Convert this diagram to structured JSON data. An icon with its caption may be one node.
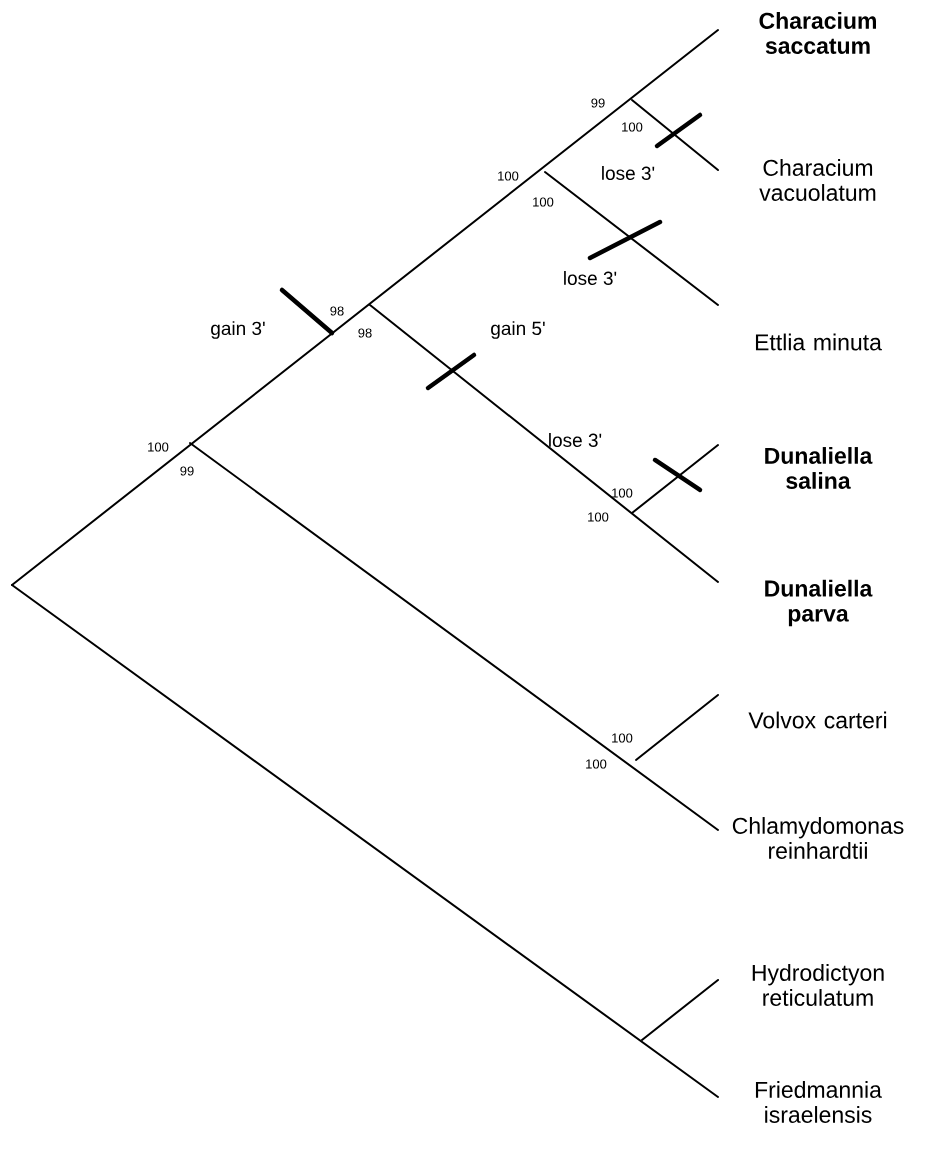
{
  "diagram": {
    "nodes": [
      {
        "text": [
          "Characium saccatum"
        ]
      },
      {
        "text": [
          "Characium vacuolatum"
        ]
      },
      {
        "text": [
          "Ettlia minuta"
        ]
      },
      {
        "text": [
          "Dunaliella salina"
        ]
      },
      {
        "text": [
          "Dunaliella parva"
        ]
      },
      {
        "text": [
          "Volvox carteri"
        ]
      },
      {
        "text": [
          "Chlamydomonas reinhardtii"
        ]
      },
      {
        "text": [
          "Hydrodictyon reticulatum"
        ]
      },
      {
        "text": [
          "Friedmannia israelensis"
        ]
      }
    ],
    "labels": [
      "99",
      "100",
      "lose 3'",
      "100",
      "100",
      "lose 3'",
      "98",
      "gain 3'",
      "gain 5'",
      "98",
      "lose 3'",
      "100",
      "99",
      "100",
      "100",
      "100",
      "100"
    ]
  }
}
